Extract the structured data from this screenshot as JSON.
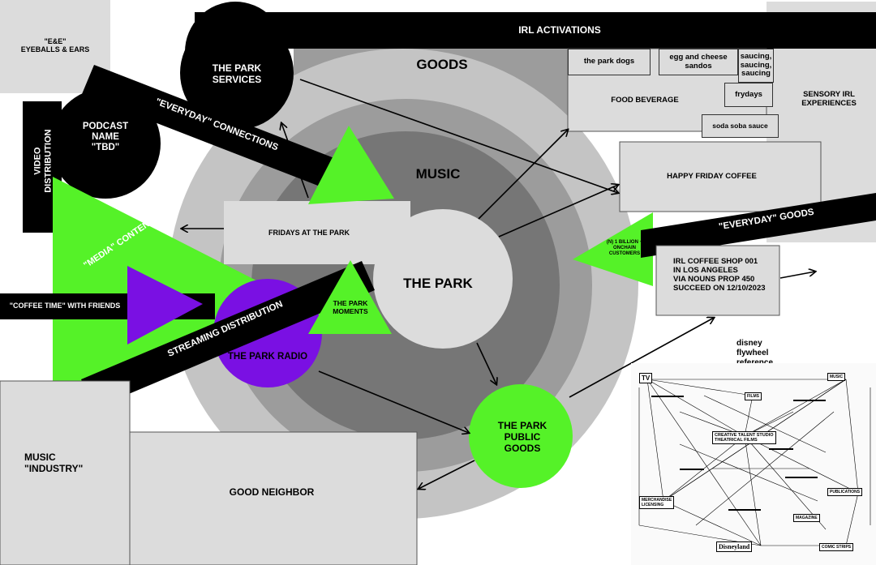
{
  "labels": {
    "eyeballs": "\"E&E\"\nEYEBALLS & EARS",
    "irl_activations": "IRL ACTIVATIONS",
    "park_services": "THE PARK\nSERVICES",
    "goods": "GOODS",
    "music": "MUSIC",
    "the_park": "THE PARK",
    "everyday_connections": "\"EVERYDAY\" CONNECTIONS",
    "video_distribution": "VIDEO\nDISTRIBUTION",
    "podcast": "PODCAST\nNAME\n\"TBD\"",
    "media_content": "\"MEDIA\" CONTENT",
    "coffee_time": "\"COFFEE TIME\" WITH FRIENDS",
    "streaming_distribution": "STREAMING DISTRIBUTION",
    "park_radio": "THE PARK RADIO",
    "park_moments": "THE PARK\nMOMENTS",
    "fridays_at_park": "FRIDAYS AT THE PARK",
    "music_industry": "MUSIC\n\"INDUSTRY\"",
    "good_neighbor": "GOOD NEIGHBOR",
    "park_public_goods": "THE PARK\nPUBLIC\nGOODS",
    "park_dogs": "the park dogs",
    "egg_cheese": "egg and cheese\nsandos",
    "saucing": "saucing,\nsaucing,\nsaucing",
    "frydays": "frydays",
    "food_beverage": "FOOD BEVERAGE",
    "soda_soba": "soda soba sauce",
    "sensory_irl": "SENSORY IRL\nEXPERIENCES",
    "happy_friday_coffee": "HAPPY FRIDAY COFFEE",
    "everyday_goods": "\"EVERYDAY\" GOODS",
    "onchain_customers": "(N) 1 BILLION +\nONCHAIN\nCUSTOMERS",
    "irl_coffee_shop": "IRL COFFEE SHOP 001\nIN LOS ANGELES\nVIA NOUNS PROP 450\nSUCCEED ON 12/10/2023",
    "disney_ref": "disney\nflywheel\nreference"
  },
  "reference_chart": {
    "nodes": {
      "tv": "TV",
      "music": "MUSIC",
      "films": "FILMS",
      "studio": "CREATIVE TALENT STUDIO\nTHEATRICAL FILMS",
      "merch": "MERCHANDISE\nLICENSING",
      "publications": "PUBLICATIONS",
      "magazine": "MAGAZINE",
      "disneyland": "Disneyland",
      "comic": "COMIC STRIPS"
    }
  },
  "colors": {
    "green": "#55f228",
    "purple": "#7a10e3",
    "black": "#000000",
    "outer_ring": "#c4c4c4",
    "middle_ring": "#9c9c9c",
    "inner_ring": "#767676",
    "center": "#dcdcdc",
    "box": "#dcdcdc"
  }
}
